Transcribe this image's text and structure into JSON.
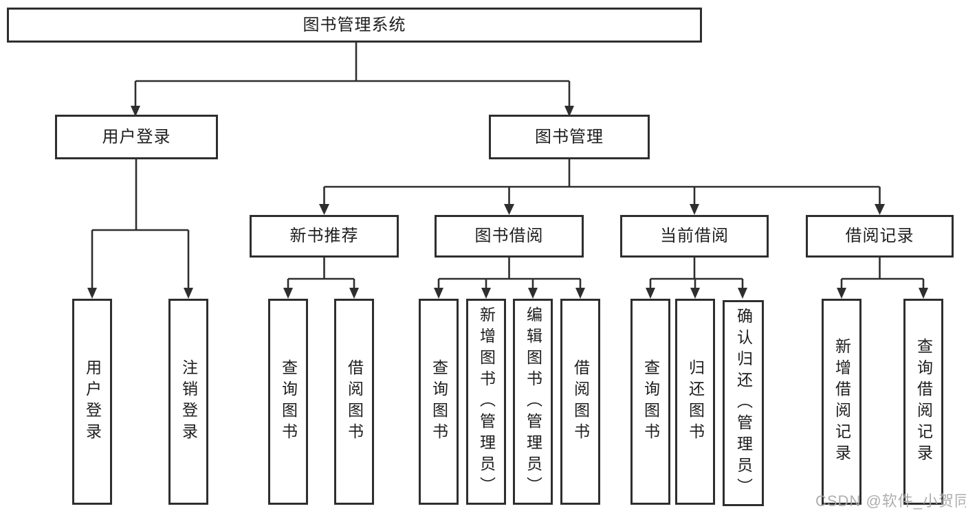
{
  "diagram": {
    "root": "图书管理系统",
    "branches": [
      {
        "label": "用户登录",
        "children": [
          "用户登录",
          "注销登录"
        ]
      },
      {
        "label": "图书管理",
        "children": [
          {
            "label": "新书推荐",
            "children": [
              "查询图书",
              "借阅图书"
            ]
          },
          {
            "label": "图书借阅",
            "children": [
              "查询图书",
              "新增图书（管理员）",
              "编辑图书（管理员）",
              "借阅图书"
            ]
          },
          {
            "label": "当前借阅",
            "children": [
              "查询图书",
              "归还图书",
              "确认归还（管理员）"
            ]
          },
          {
            "label": "借阅记录",
            "children": [
              "新增借阅记录",
              "查询借阅记录"
            ]
          }
        ]
      }
    ]
  },
  "watermark": "CSDN @软件_小贺同学",
  "colors": {
    "line": "#2e2e2e",
    "text": "#1d1d1d",
    "watermark": "#a5a5a5",
    "background": "#ffffff"
  }
}
